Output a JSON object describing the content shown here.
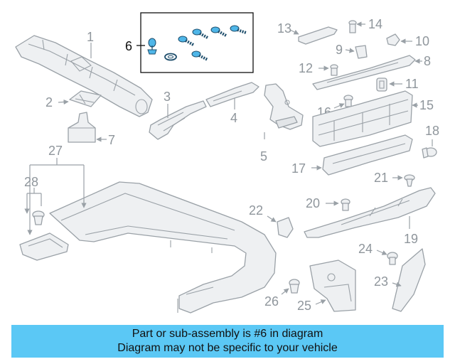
{
  "callouts": [
    "1",
    "2",
    "3",
    "4",
    "5",
    "6",
    "7",
    "8",
    "9",
    "10",
    "11",
    "12",
    "13",
    "14",
    "15",
    "16",
    "17",
    "18",
    "19",
    "20",
    "21",
    "22",
    "23",
    "24",
    "25",
    "26",
    "27",
    "28"
  ],
  "highlighted_callout": "6",
  "banner": {
    "line1": "Part or sub-assembly is #6 in diagram",
    "line2": "Diagram may not be specific to your vehicle"
  },
  "colors": {
    "banner_bg": "#5bc8f5",
    "highlight_parts": "#4fb6e8",
    "outline": "#9aa1a7",
    "callout_text": "#8f969c"
  }
}
